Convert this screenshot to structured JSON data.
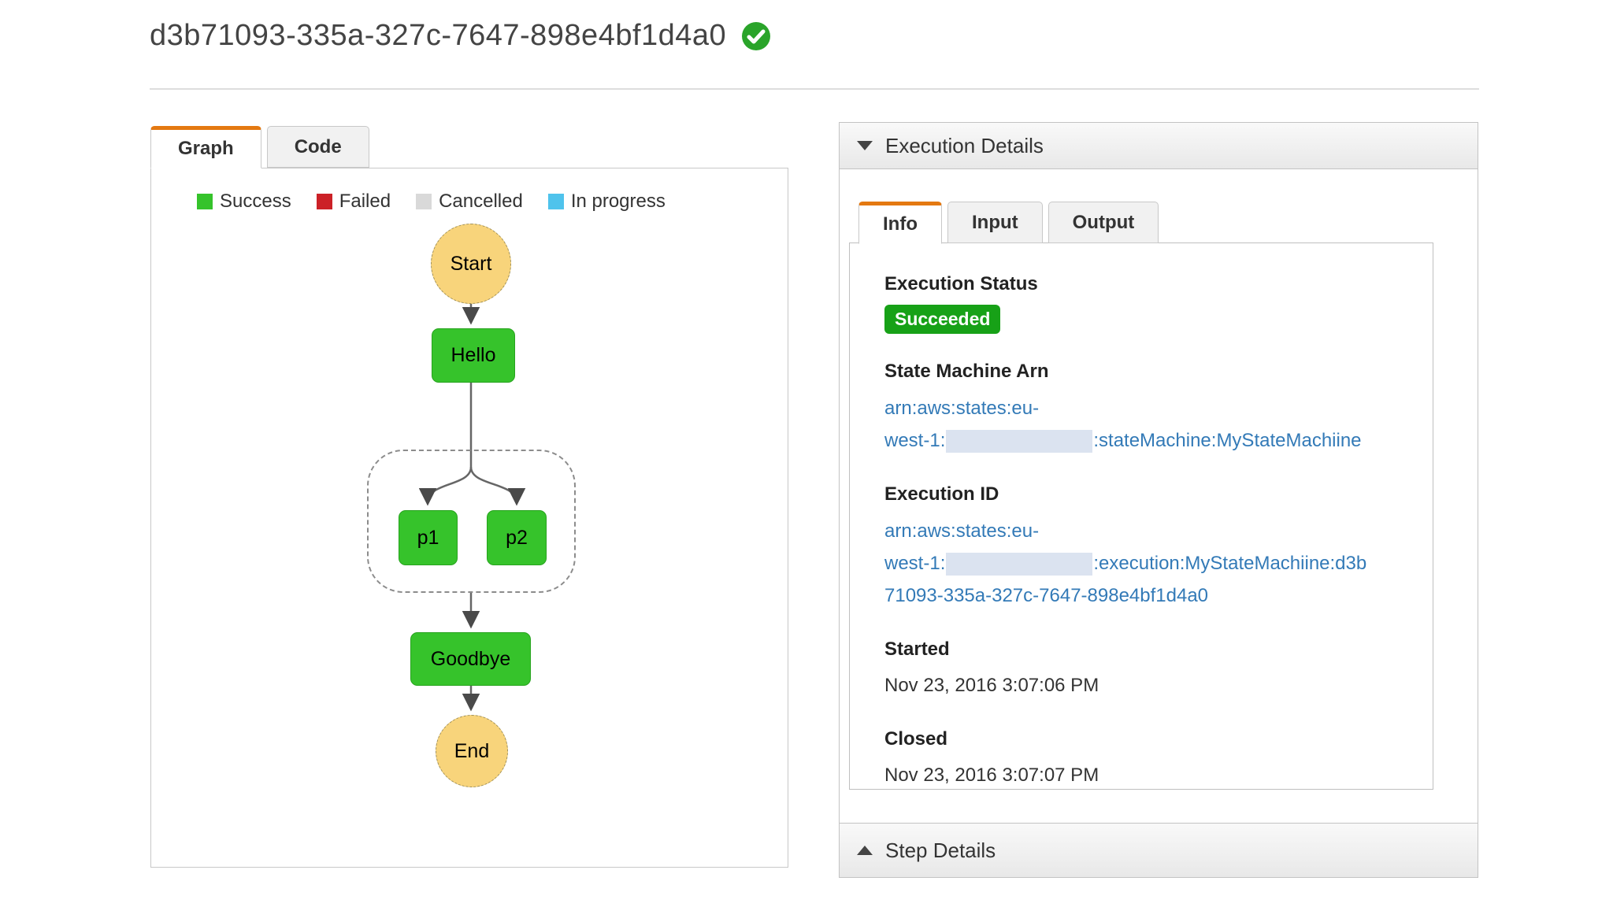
{
  "page": {
    "title": "d3b71093-335a-327c-7647-898e4bf1d4a0",
    "title_status_icon": "check-circle",
    "title_status_color": "#2aa42a"
  },
  "graph_panel": {
    "tabs": [
      {
        "label": "Graph",
        "active": true
      },
      {
        "label": "Code",
        "active": false
      }
    ],
    "legend": [
      {
        "label": "Success",
        "color": "#35c32b"
      },
      {
        "label": "Failed",
        "color": "#cc2127"
      },
      {
        "label": "Cancelled",
        "color": "#d9d9d9"
      },
      {
        "label": "In progress",
        "color": "#4fc3ec"
      }
    ],
    "nodes": {
      "start": "Start",
      "hello": "Hello",
      "p1": "p1",
      "p2": "p2",
      "goodbye": "Goodbye",
      "end": "End"
    },
    "node_colors": {
      "terminal": "#f8d47b",
      "success_task": "#36c32b"
    }
  },
  "execution_details": {
    "header": "Execution Details",
    "tabs": [
      {
        "label": "Info",
        "active": true
      },
      {
        "label": "Input",
        "active": false
      },
      {
        "label": "Output",
        "active": false
      }
    ],
    "info": {
      "execution_status_label": "Execution Status",
      "execution_status_value": "Succeeded",
      "execution_status_color": "#17a117",
      "state_machine_arn_label": "State Machine Arn",
      "state_machine_arn_line1": "arn:aws:states:eu-",
      "state_machine_arn_line2_prefix": "west-1:",
      "state_machine_arn_line2_suffix": ":stateMachine:MyStateMachiine",
      "execution_id_label": "Execution ID",
      "execution_id_line1": "arn:aws:states:eu-",
      "execution_id_line2_prefix": "west-1:",
      "execution_id_line2_suffix": ":execution:MyStateMachiine:d3b",
      "execution_id_line3": "71093-335a-327c-7647-898e4bf1d4a0",
      "started_label": "Started",
      "started_value": "Nov 23, 2016 3:07:06 PM",
      "closed_label": "Closed",
      "closed_value": "Nov 23, 2016 3:07:07 PM"
    }
  },
  "step_details": {
    "header": "Step Details"
  }
}
